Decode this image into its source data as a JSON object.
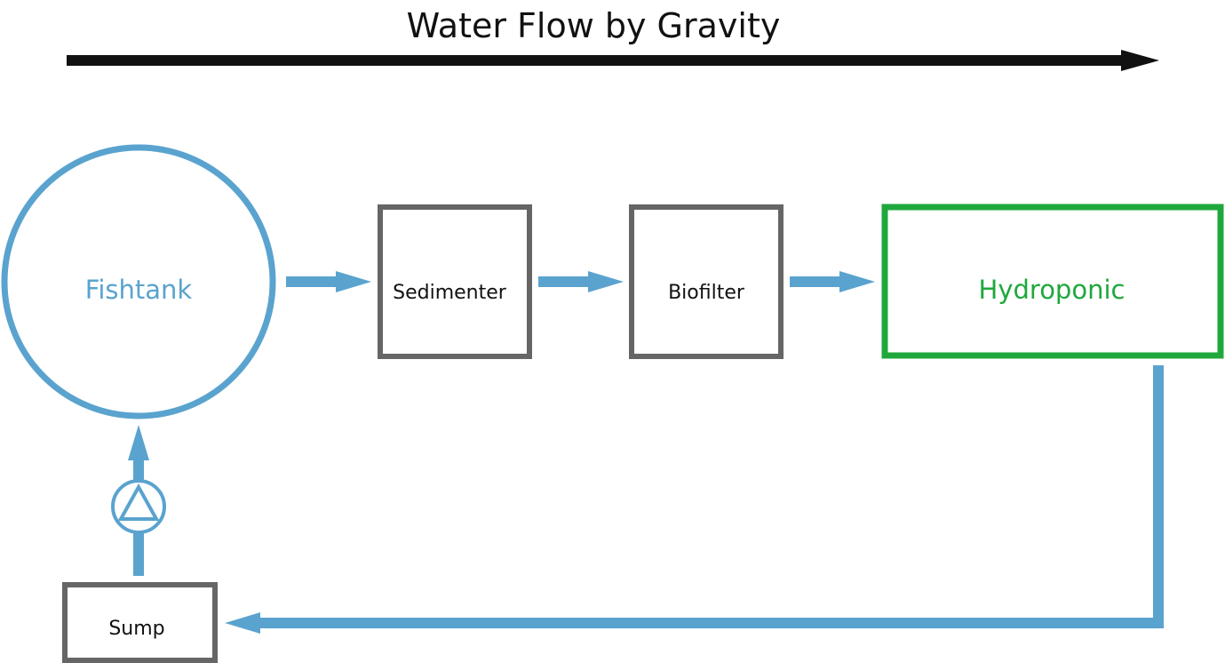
{
  "title": "Water Flow by Gravity",
  "colors": {
    "water": "#5aa3cf",
    "box_border": "#666666",
    "hydroponic": "#1ea83c",
    "title_arrow": "#111111",
    "text": "#111111"
  },
  "nodes": {
    "fishtank": {
      "label": "Fishtank",
      "shape": "circle"
    },
    "sedimenter": {
      "label": "Sedimenter",
      "shape": "box"
    },
    "biofilter": {
      "label": "Biofilter",
      "shape": "box"
    },
    "hydroponic": {
      "label": "Hydroponic",
      "shape": "box"
    },
    "sump": {
      "label": "Sump",
      "shape": "box"
    }
  },
  "pump": {
    "icon": "pump-icon"
  },
  "flows": [
    {
      "from": "fishtank",
      "to": "sedimenter"
    },
    {
      "from": "sedimenter",
      "to": "biofilter"
    },
    {
      "from": "biofilter",
      "to": "hydroponic"
    },
    {
      "from": "hydroponic",
      "to": "sump"
    },
    {
      "from": "sump",
      "to": "fishtank",
      "via": "pump"
    }
  ]
}
